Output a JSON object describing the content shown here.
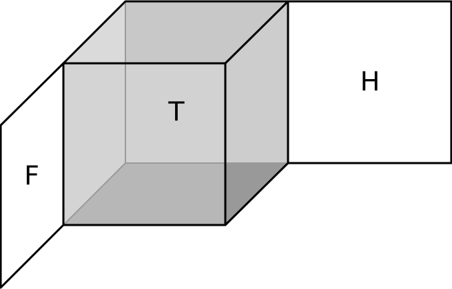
{
  "labels": {
    "top": "T",
    "front": "F",
    "side": "H"
  },
  "colors": {
    "front_face": "#ffcccc",
    "side_face": "#ccffcc",
    "cube_face": "#d0d0d0",
    "cube_face_light": "#e0e0e0",
    "cube_floor": "#999999",
    "edge": "#000000"
  }
}
